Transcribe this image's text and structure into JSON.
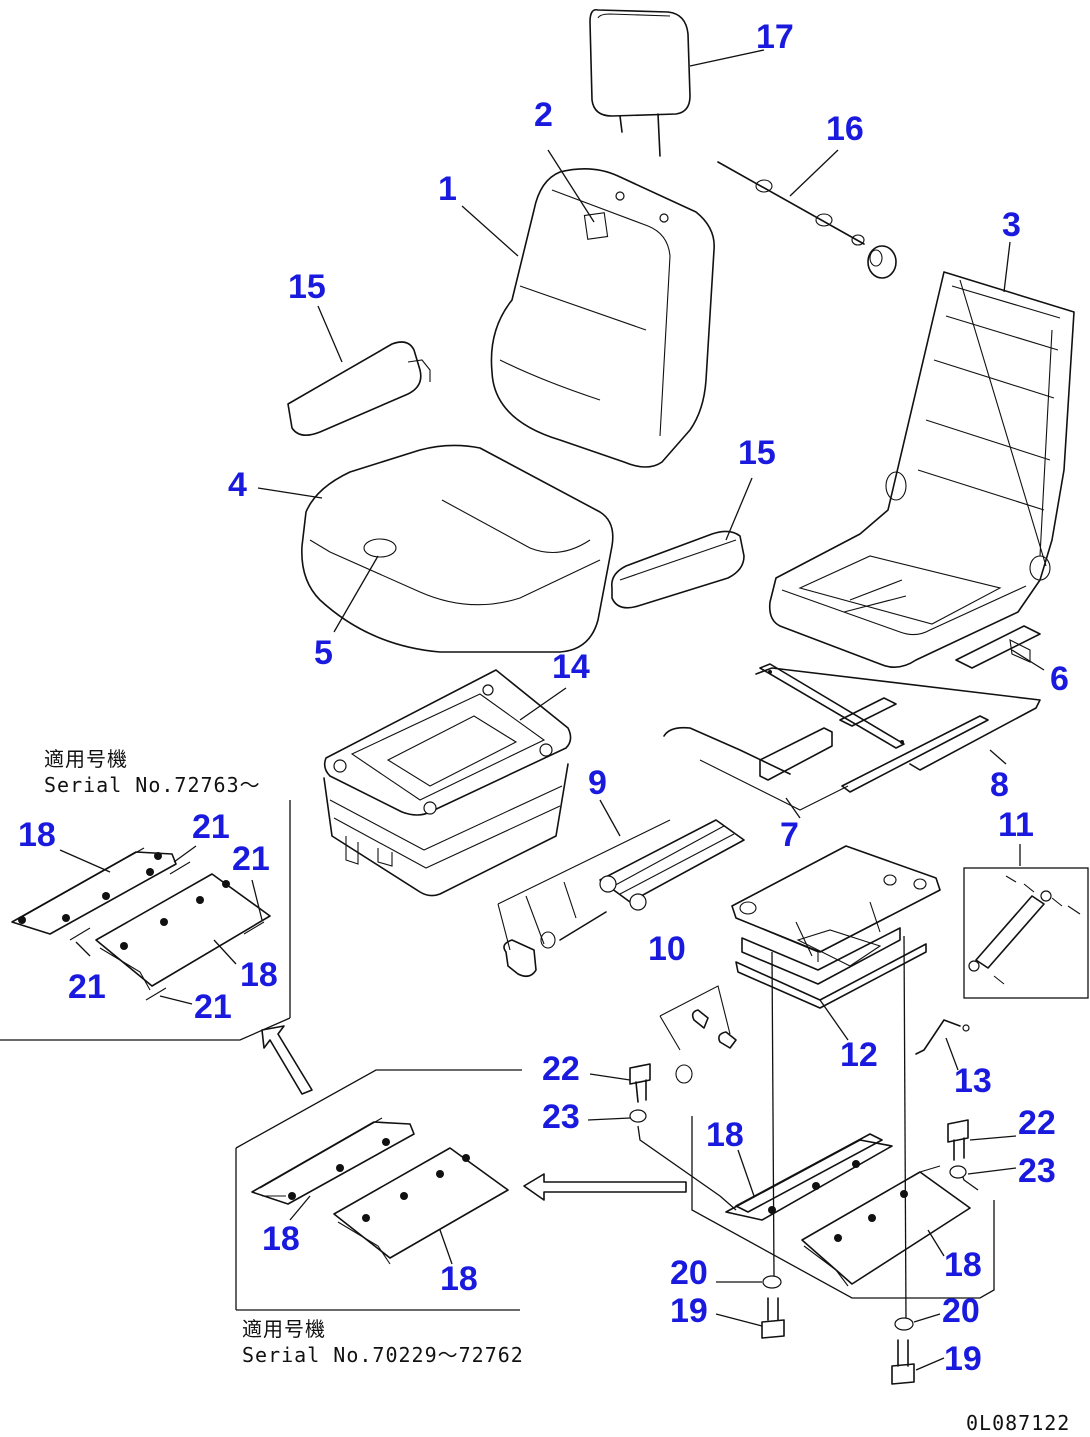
{
  "colors": {
    "callout": "#1a1adf",
    "line": "#111111",
    "background": "#ffffff"
  },
  "callouts": {
    "c1": "1",
    "c2": "2",
    "c3": "3",
    "c4": "4",
    "c5": "5",
    "c6": "6",
    "c7": "7",
    "c8": "8",
    "c9": "9",
    "c10": "10",
    "c11": "11",
    "c12": "12",
    "c13": "13",
    "c14": "14",
    "c15a": "15",
    "c15b": "15",
    "c16": "16",
    "c17": "17",
    "c18a": "18",
    "c18b": "18",
    "c18c": "18",
    "c18d": "18",
    "c18e": "18",
    "c18f": "18",
    "c19a": "19",
    "c19b": "19",
    "c20a": "20",
    "c20b": "20",
    "c21a": "21",
    "c21b": "21",
    "c21c": "21",
    "c21d": "21",
    "c22a": "22",
    "c22b": "22",
    "c23a": "23",
    "c23b": "23"
  },
  "notes": {
    "upper_applicable": "適用号機",
    "upper_serial": "Serial No.72763～",
    "lower_applicable": "適用号機",
    "lower_serial": "Serial No.70229～72762",
    "drawing_code": "0L087122"
  }
}
